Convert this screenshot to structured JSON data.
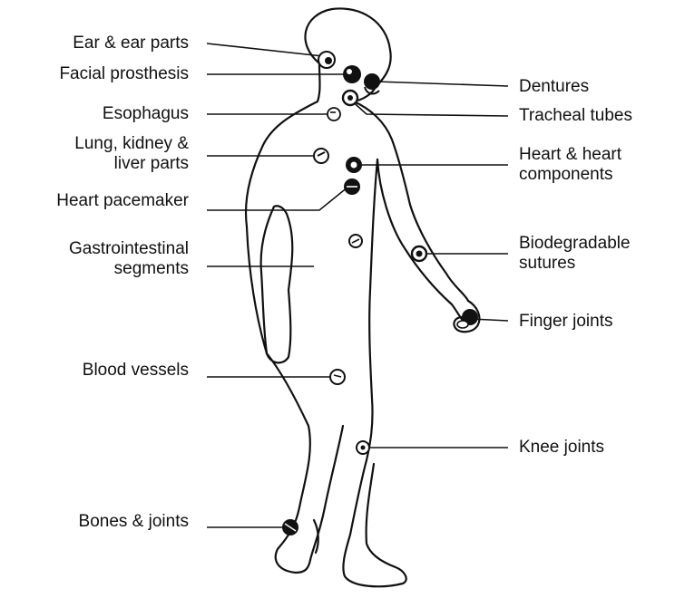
{
  "diagram": {
    "left_labels": [
      {
        "id": "ear",
        "lines": [
          "Ear & ear parts"
        ]
      },
      {
        "id": "facial",
        "lines": [
          "Facial prosthesis"
        ]
      },
      {
        "id": "esophagus",
        "lines": [
          "Esophagus"
        ]
      },
      {
        "id": "lung",
        "lines": [
          "Lung, kidney &",
          "liver parts"
        ]
      },
      {
        "id": "pacemaker",
        "lines": [
          "Heart pacemaker"
        ]
      },
      {
        "id": "gastro",
        "lines": [
          "Gastrointestinal",
          "segments"
        ]
      },
      {
        "id": "blood",
        "lines": [
          "Blood vessels"
        ]
      },
      {
        "id": "bones",
        "lines": [
          "Bones & joints"
        ]
      }
    ],
    "right_labels": [
      {
        "id": "dentures",
        "lines": [
          "Dentures"
        ]
      },
      {
        "id": "tracheal",
        "lines": [
          "Tracheal tubes"
        ]
      },
      {
        "id": "heart",
        "lines": [
          "Heart & heart",
          "components"
        ]
      },
      {
        "id": "sutures",
        "lines": [
          "Biodegradable",
          "sutures"
        ]
      },
      {
        "id": "finger",
        "lines": [
          "Finger joints"
        ]
      },
      {
        "id": "knee",
        "lines": [
          "Knee joints"
        ]
      }
    ],
    "colors": {
      "ink": "#111111",
      "background": "#ffffff"
    }
  }
}
